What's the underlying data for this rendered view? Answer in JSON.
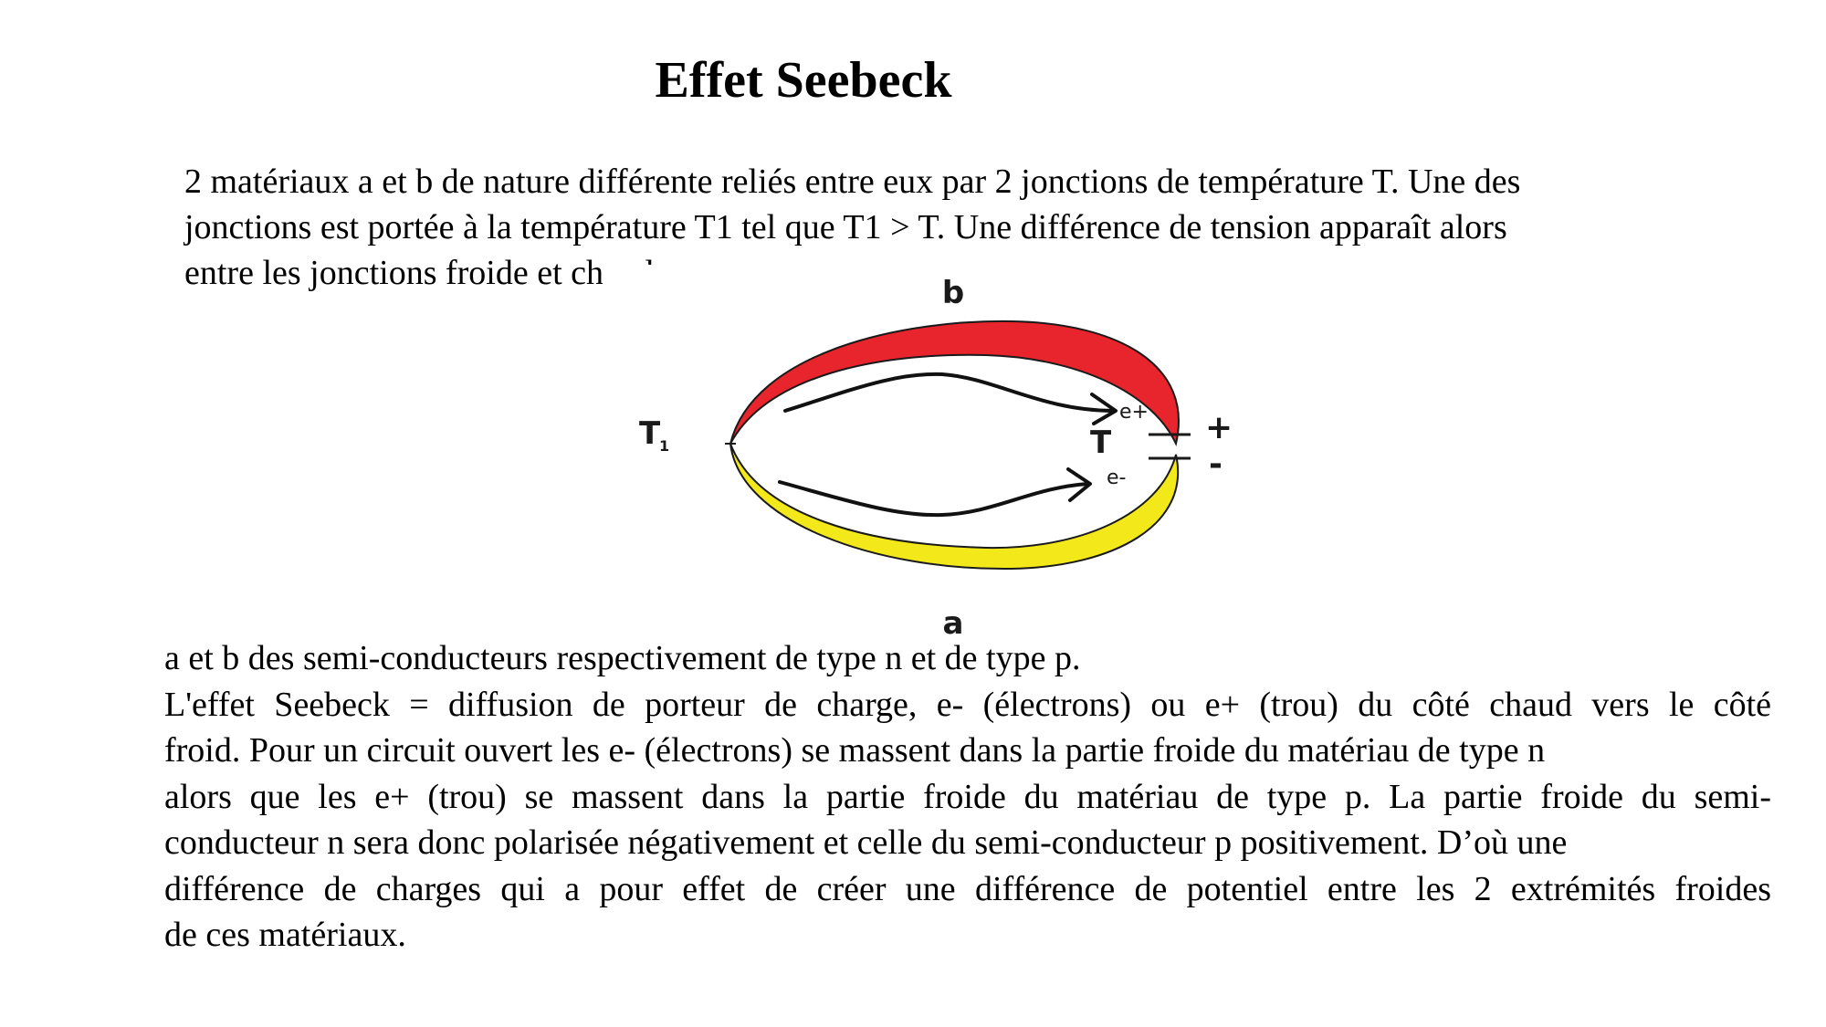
{
  "title": "Effet Seebeck",
  "intro": {
    "lines": [
      "2 matériaux a et b de nature différente reliés entre eux par 2 jonctions de température T. Une des",
      "jonctions est portée à la température T1 tel que T1 > T. Une différence de tension apparaît alors",
      "entre les jonctions froide et chaude."
    ]
  },
  "diagram": {
    "label_b": "b",
    "label_a": "a",
    "label_T1": "T",
    "label_T1_sub": "1",
    "label_T": "T",
    "label_e_plus": "e+",
    "label_e_minus": "e-",
    "label_plus": "+",
    "label_minus": "-",
    "colors": {
      "material_b": "#e8242c",
      "material_a": "#f2e81a",
      "outline": "#1a1a1a"
    }
  },
  "body": {
    "lines": [
      "a et b  des semi-conducteurs respectivement de type n et de type p.",
      "L'effet Seebeck = diffusion de porteur de charge, e- (électrons) ou e+ (trou) du côté chaud vers le côté",
      "froid. Pour un circuit ouvert les e- (électrons) se massent dans la partie froide du matériau de type n",
      "alors que les e+ (trou) se massent dans la partie froide du matériau de type p. La partie froide du semi-",
      "conducteur n sera donc polarisée négativement et celle du semi-conducteur p positivement. D’où une",
      "différence de charges qui a pour effet de créer une différence de potentiel entre les 2 extrémités froides",
      "de ces matériaux."
    ]
  }
}
